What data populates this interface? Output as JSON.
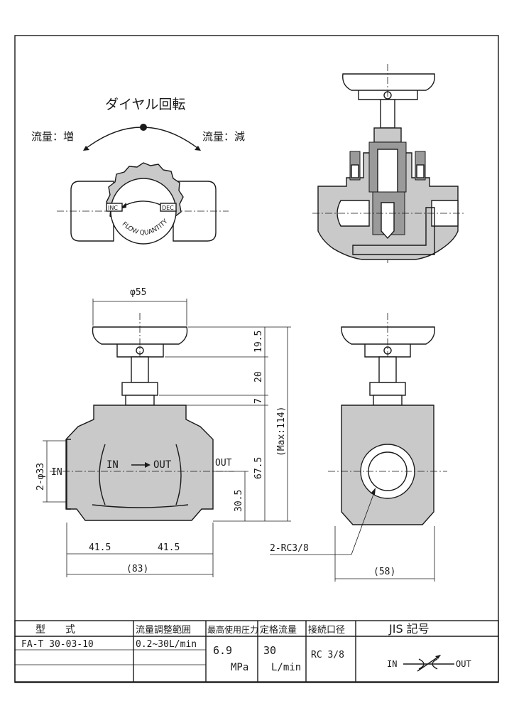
{
  "dial": {
    "title": "ダイヤル回転",
    "left_label": "流量：増",
    "right_label": "流量：減",
    "inc": "INC",
    "dec": "DEC",
    "knob_text": "FLOW QUANTITY"
  },
  "dims": {
    "phi55": "φ55",
    "d19_5": "19.5",
    "d20": "20",
    "d7": "7",
    "max114": "(Max:114)",
    "d67_5": "67.5",
    "d30_5": "30.5",
    "phi33": "2-φ33",
    "in_side": "IN",
    "in_flow": "IN",
    "out_flow": "OUT",
    "out_side": "OUT",
    "d41_5a": "41.5",
    "d41_5b": "41.5",
    "d83": "(83)",
    "rc": "2-RC3/8",
    "d58": "(58)"
  },
  "table": {
    "headers": [
      "型　　式",
      "流量調整範囲",
      "最高使用圧力",
      "定格流量",
      "接続口径",
      "JIS 記号"
    ],
    "model": "FA-T 30-03-10",
    "range": "0.2~30L/min",
    "pressure_value": "6.9",
    "pressure_unit": "MPa",
    "flow_value": "30",
    "flow_unit": "L/min",
    "port": "RC 3/8",
    "jis_in": "IN",
    "jis_out": "OUT"
  }
}
